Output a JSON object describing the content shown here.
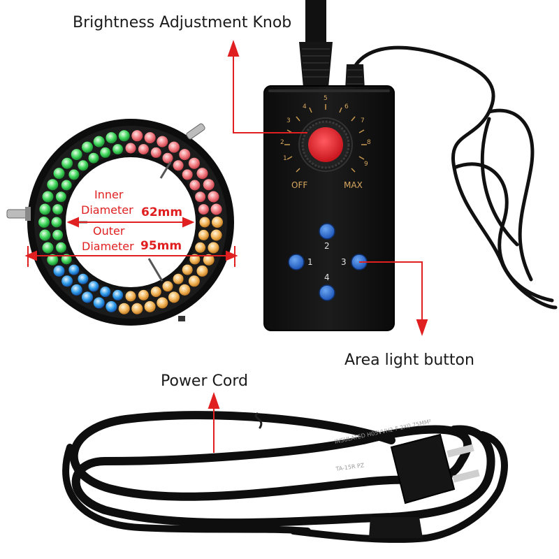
{
  "labels": {
    "knob": "Brightness Adjustment Knob",
    "area_button": "Area light button",
    "power_cord": "Power Cord",
    "inner_1": "Inner",
    "inner_2": "Diameter",
    "inner_value": "62mm",
    "outer_1": "Outer",
    "outer_2": "Diameter",
    "outer_value": "95mm"
  },
  "controller": {
    "off_label": "OFF",
    "max_label": "MAX",
    "dial_numbers": [
      "1",
      "2",
      "3",
      "4",
      "5",
      "6",
      "7",
      "8",
      "9"
    ],
    "buttons": [
      "1",
      "2",
      "3",
      "4"
    ]
  },
  "cord_print": {
    "text_1": "INSULATED H05VVH2-F 2X0.75MM²",
    "text_2": "TA-15R PZ"
  },
  "colors": {
    "annotation_red": "#e02020",
    "knob_red": "#e8242c",
    "button_blue": "#2a6fd6",
    "body_black": "#141414"
  }
}
